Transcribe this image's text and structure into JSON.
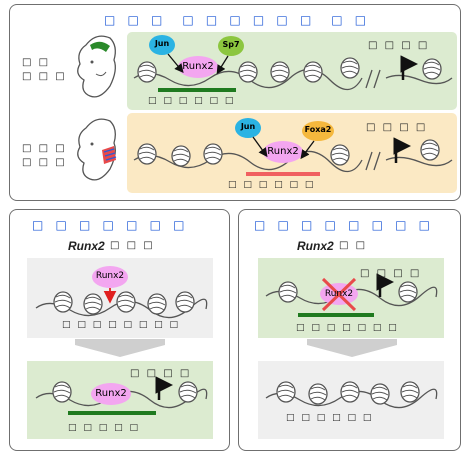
{
  "top_title": "□ □ □　□ □ □ □ □ □　□ □",
  "top_row1": {
    "left_label": "□ □\n□ □ □",
    "tf_left": "Jun",
    "tf_right": "Sp7",
    "center": "Runx2",
    "region_label": "□ □ □ □ □ □",
    "right_label": "□ □ □ □"
  },
  "top_row2": {
    "left_label": "□ □ □\n□ □ □",
    "tf_left": "Jun",
    "tf_right": "Foxa2",
    "center": "Runx2",
    "region_label": "□ □ □ □ □ □",
    "right_label": "□ □ □ □"
  },
  "bottom_left": {
    "title": "□ □ □ □ □ □ □",
    "subtitle_gene": "Runx2",
    "subtitle_rest": "□ □ □",
    "upper_center": "Runx2",
    "upper_label": "□ □ □ □ □ □ □ □",
    "lower_center": "Runx2",
    "lower_right_label": "□ □ □ □",
    "lower_region_label": "□ □ □ □ □"
  },
  "bottom_right": {
    "title": "□ □ □ □ □ □ □ □",
    "subtitle_gene": "Runx2",
    "subtitle_rest": "□ □",
    "upper_center": "Runx2",
    "upper_right_label": "□ □ □ □",
    "upper_region_label": "□ □ □ □ □ □ □",
    "lower_label": "□ □ □ □ □ □"
  },
  "colors": {
    "green_bg": "#dcebd0",
    "yellow_bg": "#fbe9c4",
    "gray_bg": "#efefef",
    "runx2": "#f3a6f0",
    "jun": "#2bb3e3",
    "sp7": "#8cc63f",
    "foxa2": "#f5b83d",
    "green_bar": "#1f7a1f",
    "red_bar": "#f06060",
    "blue_title": "#1a56d6"
  }
}
